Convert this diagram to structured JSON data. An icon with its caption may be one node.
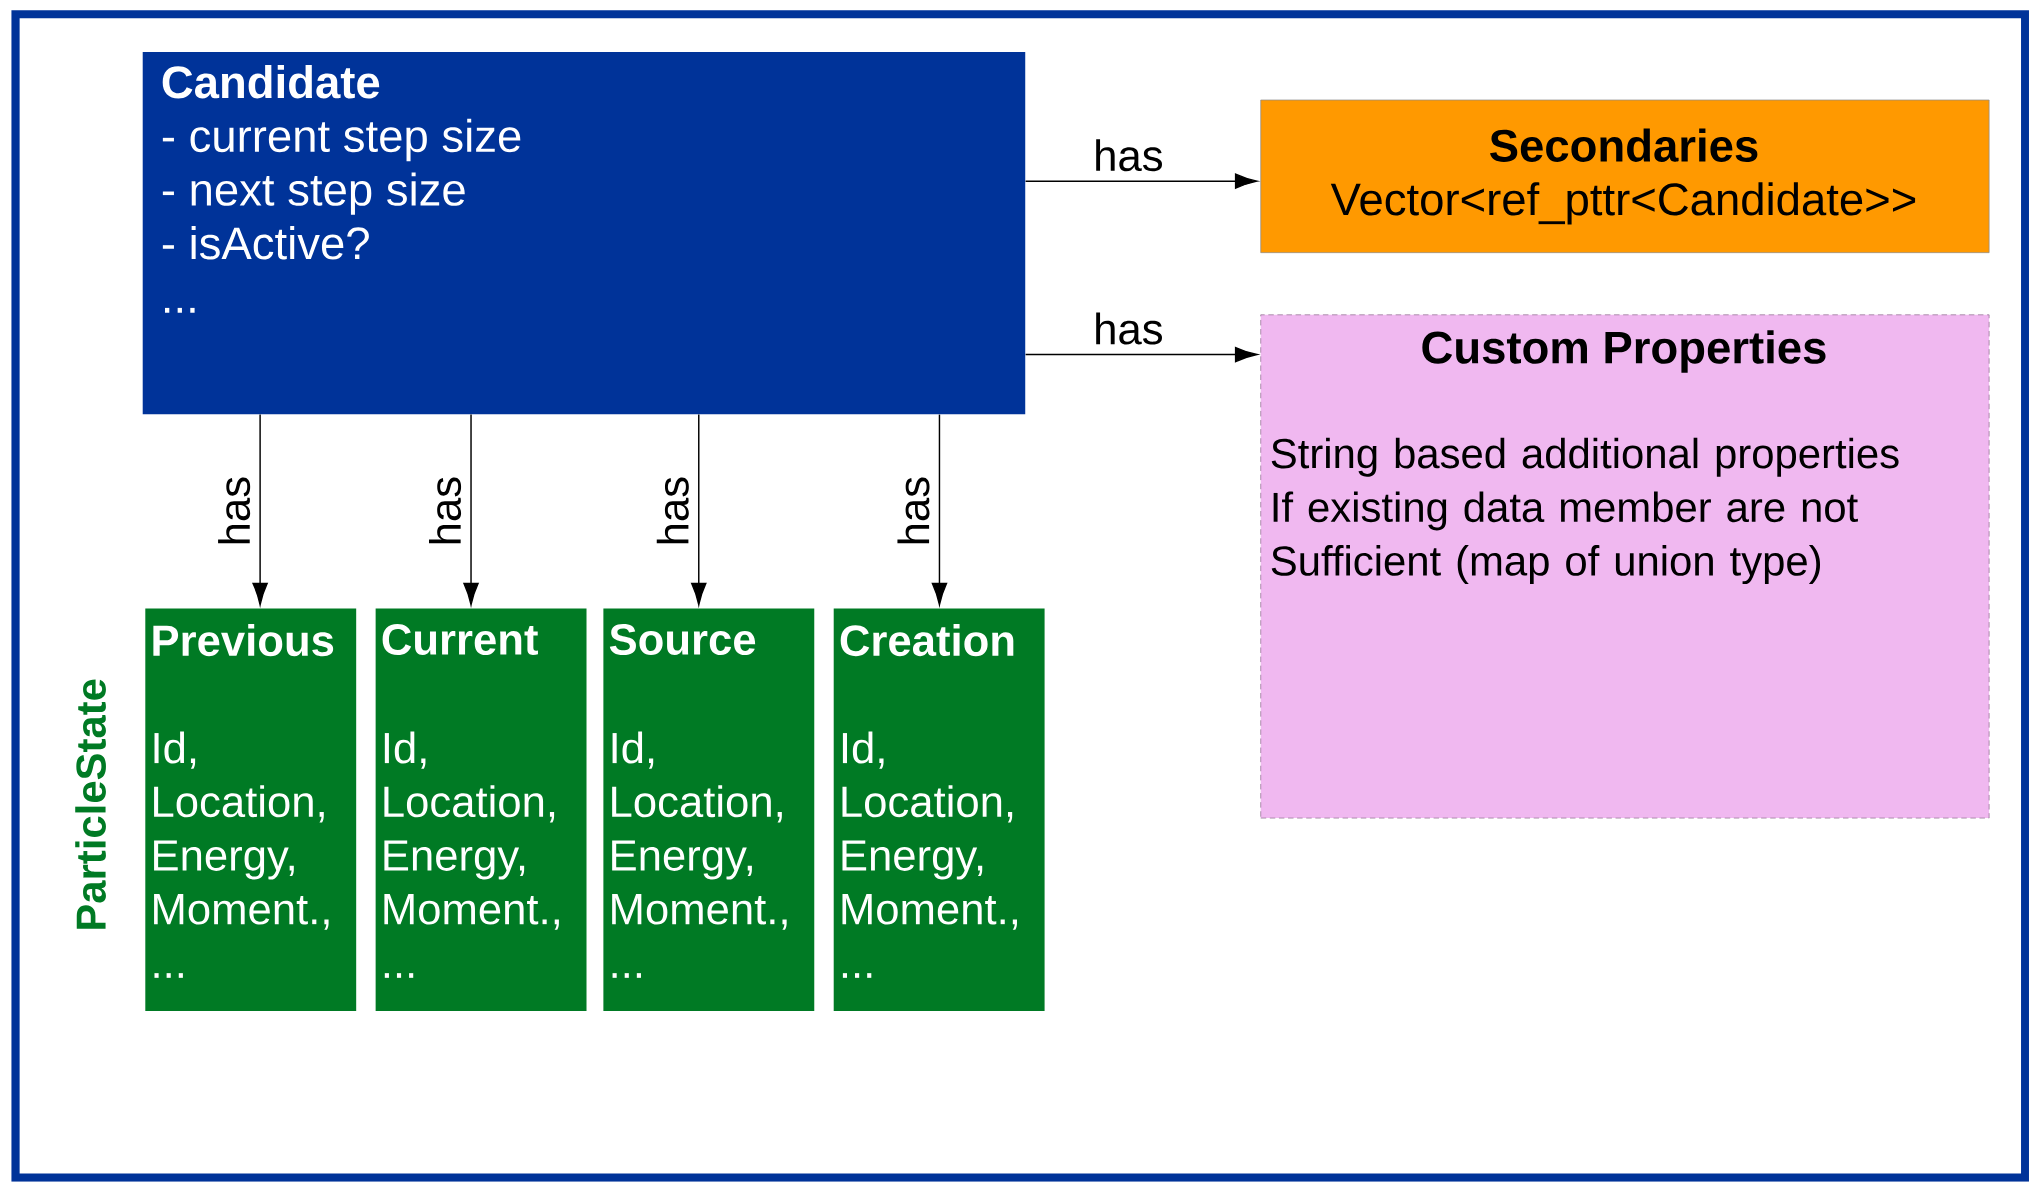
{
  "diagram": {
    "nodes": [
      {
        "text": [
          "Candidate",
          "- current step size",
          "- next step size",
          "- isActive?",
          "..."
        ]
      },
      {
        "text": [
          "Secondaries",
          "Vector<ref_pttr<Candidate>>"
        ]
      },
      {
        "text": [
          "Custom Properties",
          "String based additional properties If existing data member are not Sufficient (map of union type)"
        ]
      },
      {
        "text": [
          "Previous",
          "Id, Location, Energy, Moment., ..."
        ]
      },
      {
        "text": [
          "Current",
          "Id, Location, Energy, Moment., ..."
        ]
      },
      {
        "text": [
          "Source",
          "Id, Location, Energy, Moment., ..."
        ]
      },
      {
        "text": [
          "Creation",
          "Id, Location, Energy, Moment., ..."
        ]
      }
    ],
    "edges": [
      {
        "from": 0,
        "to": 1,
        "arrow": "to",
        "label": "has"
      },
      {
        "from": 0,
        "to": 2,
        "arrow": "to",
        "label": "has"
      },
      {
        "from": 0,
        "to": 3,
        "arrow": "to",
        "label": "has"
      },
      {
        "from": 0,
        "to": 4,
        "arrow": "to",
        "label": "has"
      },
      {
        "from": 0,
        "to": 5,
        "arrow": "to",
        "label": "has"
      },
      {
        "from": 0,
        "to": 6,
        "arrow": "to",
        "label": "has"
      }
    ],
    "labels": [
      "ParticleState"
    ]
  }
}
